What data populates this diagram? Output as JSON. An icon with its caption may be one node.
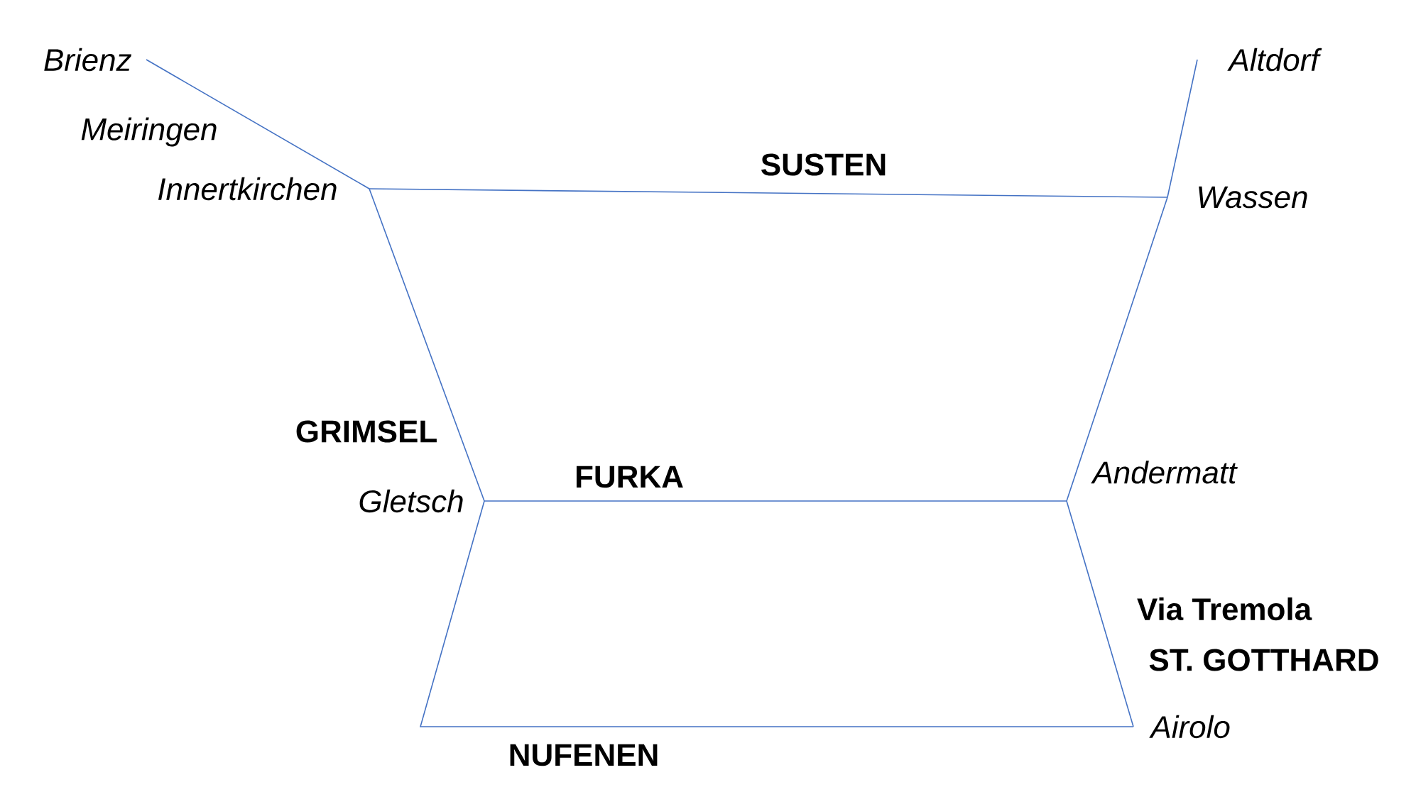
{
  "diagram": {
    "nodes": [
      {
        "text": [
          "Brienz"
        ]
      },
      {
        "text": [
          "Innertkirchen"
        ]
      },
      {
        "text": [
          "Altdorf"
        ]
      },
      {
        "text": [
          "Wassen"
        ]
      },
      {
        "text": [
          "Gletsch"
        ]
      },
      {
        "text": [
          "Andermatt"
        ]
      },
      {
        "text": [
          "Airolo"
        ]
      }
    ],
    "edges": [
      {
        "from": 0,
        "to": 1,
        "arrow": "none"
      },
      {
        "from": 1,
        "to": 3,
        "arrow": "none",
        "label": "SUSTEN"
      },
      {
        "from": 2,
        "to": 3,
        "arrow": "none"
      },
      {
        "from": 1,
        "to": 4,
        "arrow": "none",
        "label": "GRIMSEL"
      },
      {
        "from": 4,
        "to": 5,
        "arrow": "none",
        "label": "FURKA"
      },
      {
        "from": 3,
        "to": 5,
        "arrow": "none"
      },
      {
        "from": 5,
        "to": 6,
        "arrow": "none",
        "label": "ST. GOTTHARD"
      },
      {
        "from": 4,
        "to": 6,
        "arrow": "none",
        "label": "NUFENEN"
      }
    ],
    "labels": [
      "Meiringen",
      "Via Tremola"
    ]
  }
}
